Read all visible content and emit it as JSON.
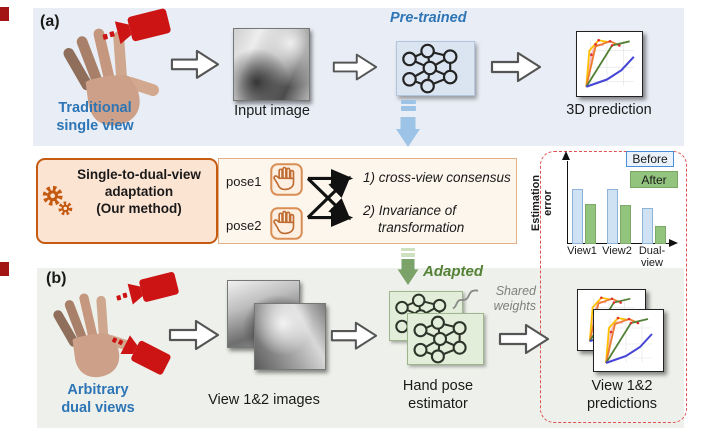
{
  "panel_a": {
    "tag": "(a)",
    "source_label_line1": "Traditional",
    "source_label_line2": "single view",
    "input_image_label": "Input image",
    "pretrained_label": "Pre-trained",
    "prediction_label": "3D prediction"
  },
  "method_box": {
    "title_line1": "Single-to-dual-view",
    "title_line2": "adaptation",
    "title_line3": "(Our method)"
  },
  "pose_panel": {
    "pose1_label": "pose1",
    "pose2_label": "pose2",
    "constraint1": "1) cross-view consensus",
    "constraint2_line1": "2) Invariance of",
    "constraint2_line2": "transformation"
  },
  "panel_b": {
    "tag": "(b)",
    "source_label_line1": "Arbitrary",
    "source_label_line2": "dual views",
    "images_label": "View 1&2 images",
    "adapted_label": "Adapted",
    "shared_weights_line1": "Shared",
    "shared_weights_line2": "weights",
    "estimator_line1": "Hand pose",
    "estimator_line2": "estimator",
    "predictions_line1": "View 1&2",
    "predictions_line2": "predictions"
  },
  "chart_data": {
    "type": "bar",
    "title": "",
    "ylabel": "Estimation error",
    "xlabel": "",
    "categories": [
      "View1",
      "View2",
      "Dual-view"
    ],
    "xtick_lines": [
      [
        "View1"
      ],
      [
        "View2"
      ],
      [
        "Dual-",
        "view"
      ]
    ],
    "series": [
      {
        "name": "Before",
        "color": "#cfe2f3",
        "border_color": "#8db3d9",
        "values": [
          1.0,
          1.0,
          0.65
        ]
      },
      {
        "name": "After",
        "color": "#93c47d",
        "border_color": "#7fa96a",
        "values": [
          0.73,
          0.71,
          0.33
        ]
      }
    ],
    "ylim": [
      0,
      1.1
    ],
    "grid": false,
    "legend_position": "top-right"
  },
  "icons": {
    "camera_icon": "red video camera with dashed capture dots",
    "gears_icon": "two orange gears",
    "hand_pose_icon": "raised hand outline in rounded square",
    "network_icon": "neural network node graph",
    "hand_image": "open hand photo",
    "block_arrow_icon": "white right block arrow",
    "down_arrow_blue_icon": "blue striped down arrow",
    "down_arrow_green_icon": "green striped down arrow",
    "skeleton_plot_icon": "3D hand skeleton plot"
  },
  "colors": {
    "panel_a_bg": "#e9eef6",
    "panel_b_bg": "#eef1eb",
    "accent_blue": "#2e75b6",
    "accent_green": "#538135",
    "method_orange_border": "#c55a11",
    "method_box_bg": "#fce4d3",
    "pose_panel_bg": "#fdf6ed",
    "dashed_box_red": "#e05050",
    "camera_red": "#cd1414",
    "gray_text": "#7f7f7f"
  }
}
